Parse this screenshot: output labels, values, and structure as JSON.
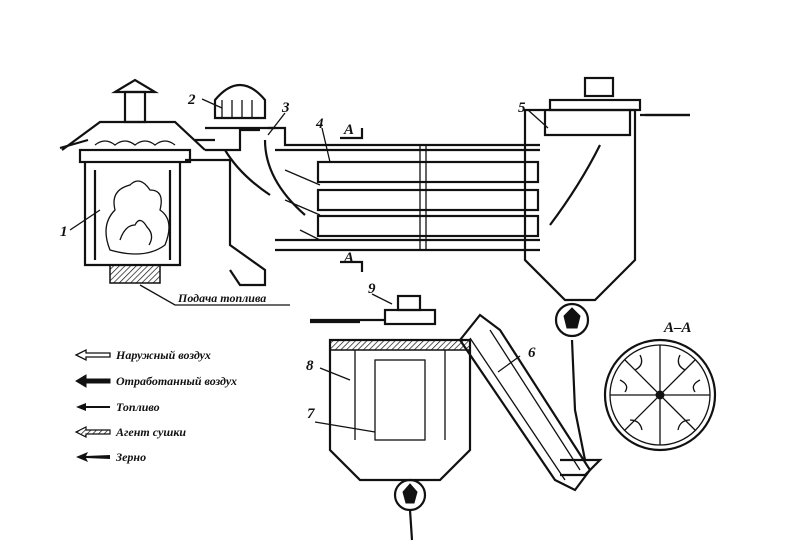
{
  "labels": {
    "n1": "1",
    "n2": "2",
    "n3": "3",
    "n4": "4",
    "n5": "5",
    "n6": "6",
    "n7": "7",
    "n8": "8",
    "n9": "9",
    "sectionA_top": "A",
    "sectionA_bottom": "A",
    "section_title": "A–A",
    "fuel_feed": "Подача топлива"
  },
  "legend": [
    {
      "icon": "outline-arrow-icon",
      "text": "Наружный воздух"
    },
    {
      "icon": "double-arrow-icon",
      "text": "Отработанный воздух"
    },
    {
      "icon": "thin-arrow-icon",
      "text": "Топливо"
    },
    {
      "icon": "hatched-arrow-icon",
      "text": "Агент сушки"
    },
    {
      "icon": "solid-arrow-icon",
      "text": "Зерно"
    }
  ]
}
